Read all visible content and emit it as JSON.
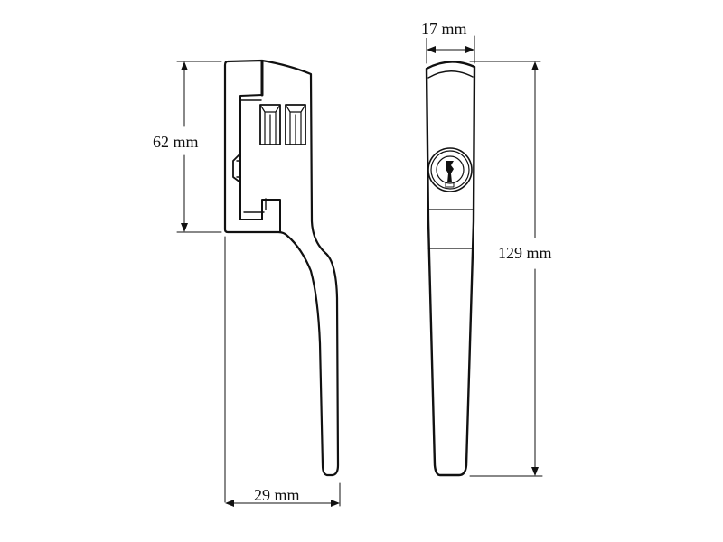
{
  "diagram": {
    "subject": "Window handle with lock",
    "views": [
      "side-view",
      "front-view"
    ],
    "dimensions": {
      "side_height": "62 mm",
      "side_width": "29 mm",
      "front_width": "17 mm",
      "front_height": "129 mm"
    },
    "colors": {
      "line": "#111111",
      "background": "#ffffff"
    }
  }
}
